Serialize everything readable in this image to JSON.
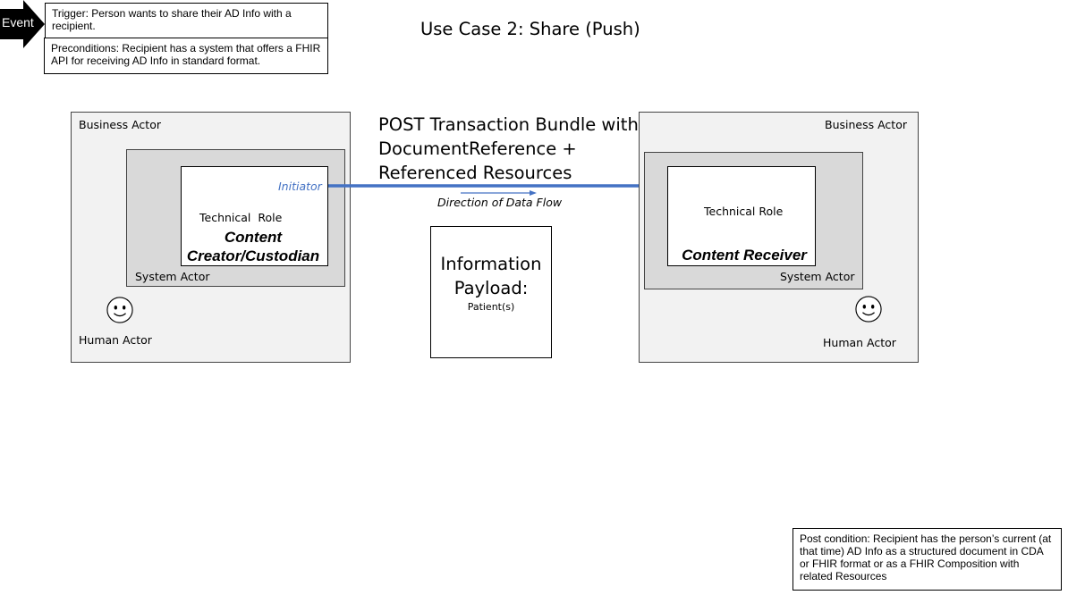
{
  "event": {
    "label": "Event",
    "trigger": "Trigger: Person wants to share their AD Info with a recipient.",
    "preconditions": "Preconditions: Recipient has a system that offers a FHIR API for receiving AD Info in standard format."
  },
  "title": "Use Case 2: Share (Push)",
  "transaction": {
    "line1": "POST Transaction Bundle with",
    "line2": "DocumentReference +",
    "line3": "Referenced Resources",
    "initiator": "Initiator",
    "direction": "Direction of Data Flow"
  },
  "left_actor": {
    "business_label": "Business Actor",
    "technical_role_label": "Technical  Role",
    "role_line1": "Content",
    "role_line2": "Creator/Custodian",
    "system_label": "System Actor",
    "human_label": "Human Actor"
  },
  "right_actor": {
    "business_label": "Business Actor",
    "technical_role_label": "Technical Role",
    "role_name": "Content Receiver",
    "system_label": "System Actor",
    "human_label": "Human Actor"
  },
  "payload": {
    "line1": "Information",
    "line2": "Payload:",
    "detail": "Patient(s)"
  },
  "postcondition": "Post condition: Recipient has the person’s current (at that time) AD Info as a structured document in CDA or FHIR format or as a FHIR Composition with related Resources",
  "colors": {
    "arrow": "#4472c4",
    "outer_fill": "#f2f2f2",
    "inner_fill": "#d9d9d9",
    "event_arrow": "#000000"
  },
  "icons": {
    "event": "right-arrow-shape",
    "human": "smiley-face-icon"
  }
}
